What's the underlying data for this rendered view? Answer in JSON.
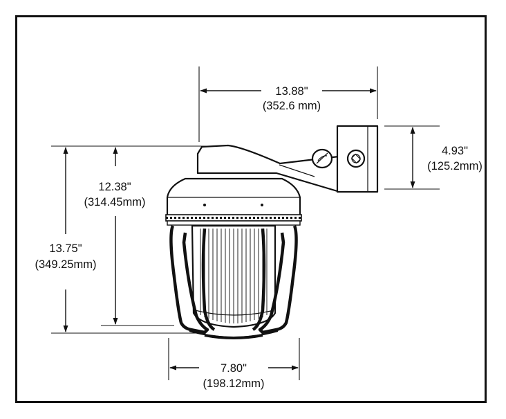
{
  "dimensions": {
    "arm_length": {
      "imperial": "13.88\"",
      "metric": "(352.6 mm)"
    },
    "bracket_height": {
      "imperial": "4.93\"",
      "metric": "(125.2mm)"
    },
    "fixture_height": {
      "imperial": "12.38\"",
      "metric": "(314.45mm)"
    },
    "overall_height": {
      "imperial": "13.75\"",
      "metric": "(349.25mm)"
    },
    "width": {
      "imperial": "7.80\"",
      "metric": "(198.12mm)"
    }
  },
  "colors": {
    "line": "#111111",
    "background": "#ffffff"
  }
}
